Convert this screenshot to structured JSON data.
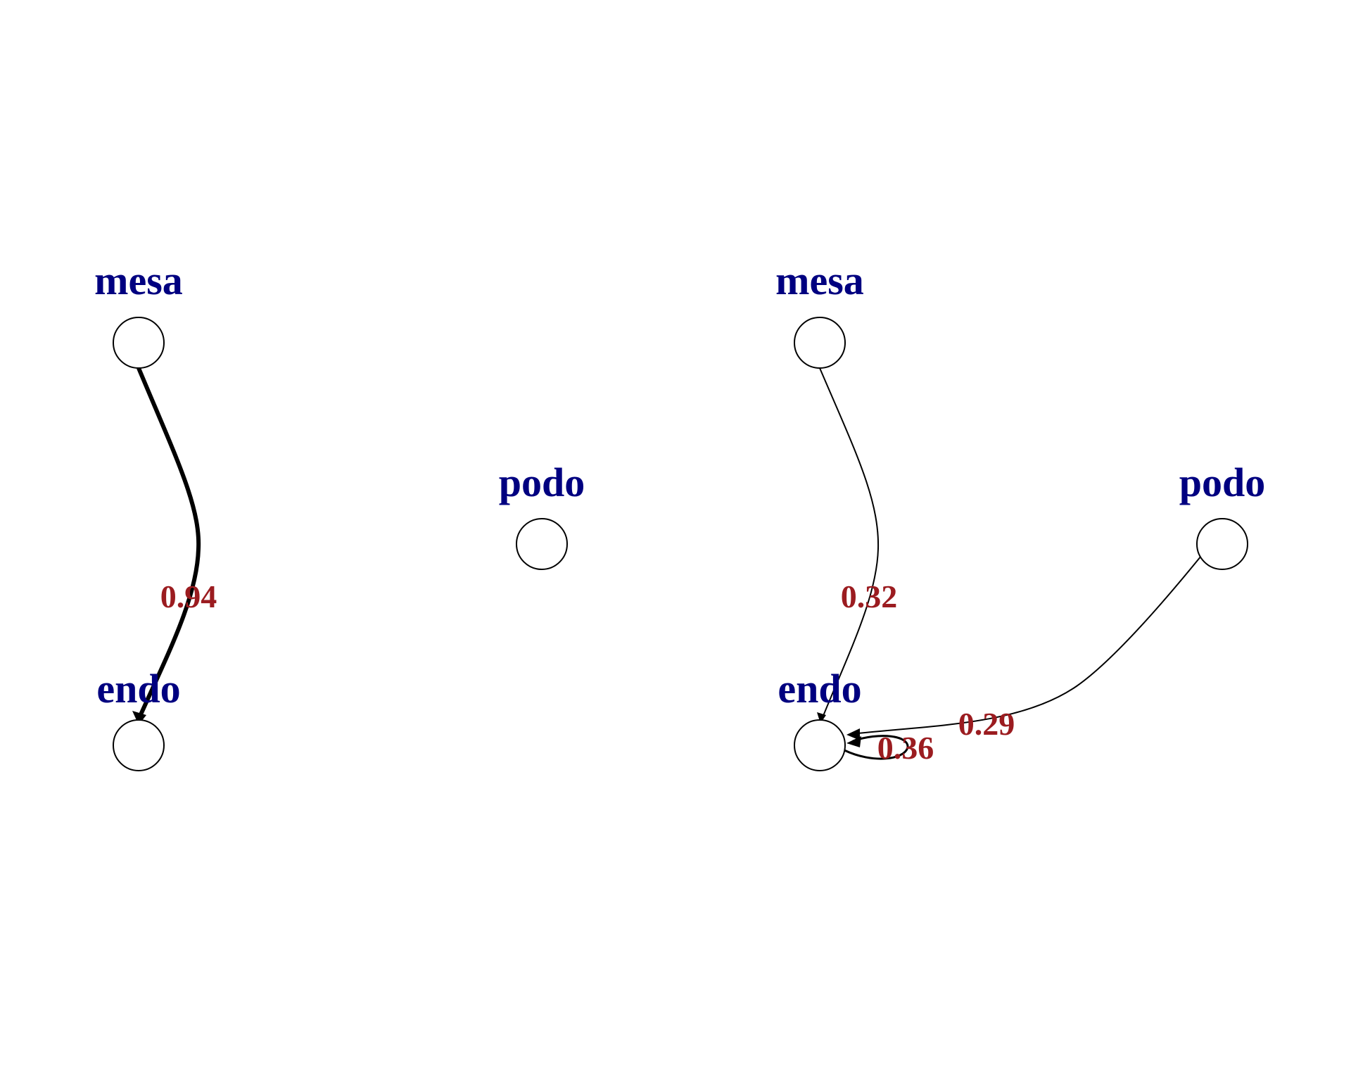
{
  "graphs": [
    {
      "nodes": {
        "mesa": {
          "label": "mesa"
        },
        "podo": {
          "label": "podo"
        },
        "endo": {
          "label": "endo"
        }
      },
      "edges": [
        {
          "from": "mesa",
          "to": "endo",
          "weight": 0.94,
          "label": "0.94"
        }
      ]
    },
    {
      "nodes": {
        "mesa": {
          "label": "mesa"
        },
        "podo": {
          "label": "podo"
        },
        "endo": {
          "label": "endo"
        }
      },
      "edges": [
        {
          "from": "mesa",
          "to": "endo",
          "weight": 0.32,
          "label": "0.32"
        },
        {
          "from": "podo",
          "to": "endo",
          "weight": 0.29,
          "label": "0.29"
        },
        {
          "from": "endo",
          "to": "endo",
          "weight": 0.36,
          "label": "0.36"
        }
      ]
    }
  ],
  "colors": {
    "node_label": "#000080",
    "edge_label": "#9b1c20",
    "edge": "#000000",
    "node_fill": "#ffffff"
  }
}
